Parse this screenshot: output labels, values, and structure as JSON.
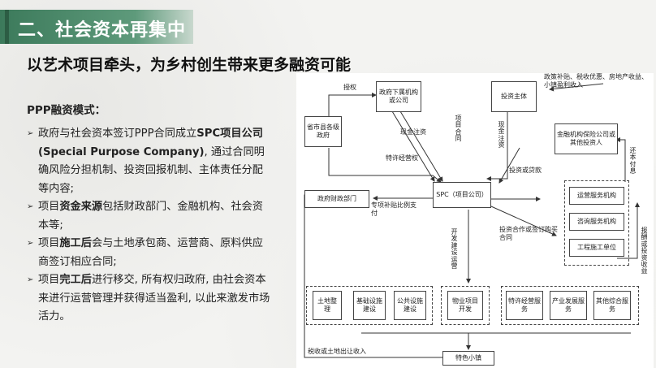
{
  "title": "二、社会资本再集中",
  "subtitle": "以艺术项目牵头，为乡村创生带来更多融资可能",
  "ppp_title": "PPP融资模式：",
  "bullets": [
    {
      "parts": [
        {
          "t": "政府与社会资本签订PPP合同成立",
          "b": false
        },
        {
          "t": "SPC项目公司(Special Purpose Company)",
          "b": true
        },
        {
          "t": ", 通过合同明确风险分担机制、投资回报机制、主体责任分配等内容;",
          "b": false
        }
      ]
    },
    {
      "parts": [
        {
          "t": "项目",
          "b": false
        },
        {
          "t": "资金来源",
          "b": true
        },
        {
          "t": "包括财政部门、金融机构、社会资本等;",
          "b": false
        }
      ]
    },
    {
      "parts": [
        {
          "t": "项目",
          "b": false
        },
        {
          "t": "施工后",
          "b": true
        },
        {
          "t": "会与土地承包商、运营商、原料供应商签订相应合同;",
          "b": false
        }
      ]
    },
    {
      "parts": [
        {
          "t": "项目",
          "b": false
        },
        {
          "t": "完工后",
          "b": true
        },
        {
          "t": "进行移交, 所有权归政府, 由社会资本来进行运营管理并获得适当盈利, 以此来激发市场活力。",
          "b": false
        }
      ]
    }
  ],
  "diagram": {
    "boxes": {
      "gov_sub": "政府下属机构或公司",
      "investor": "投资主体",
      "county_gov": "省市县各级政府",
      "financial": "金融机构保险公司或其他投资人",
      "spc": "SPC（项目公司）",
      "finance_dept": "政府财政部门",
      "ops_service": "运营服务机构",
      "consult": "咨询服务机构",
      "construction": "工程施工单位",
      "land": "土地整理",
      "infra": "基础设施建设",
      "public": "公共设施建设",
      "property": "物业项目开发",
      "special_service": "特许经营服务",
      "industry": "产业发展服务",
      "other_service": "其他综合服务",
      "town": "特色小镇"
    },
    "labels": {
      "authorize": "授权",
      "cash_in_1": "现金注资",
      "project_contract": "项目合同",
      "franchise": "特许经营权",
      "cash_in_2": "现金注资",
      "policy": "政策补贴、税收优惠、房地产收益、小镇盈利收入",
      "repay": "还本付息",
      "invest_loan": "投资或贷款",
      "subsidy": "专项补贴比例支付",
      "dev_ops": "开发建设运营",
      "coop": "投资合作或签订购买合同",
      "reward": "报酬或投资收益",
      "tax": "税收或土地出让收入"
    }
  }
}
